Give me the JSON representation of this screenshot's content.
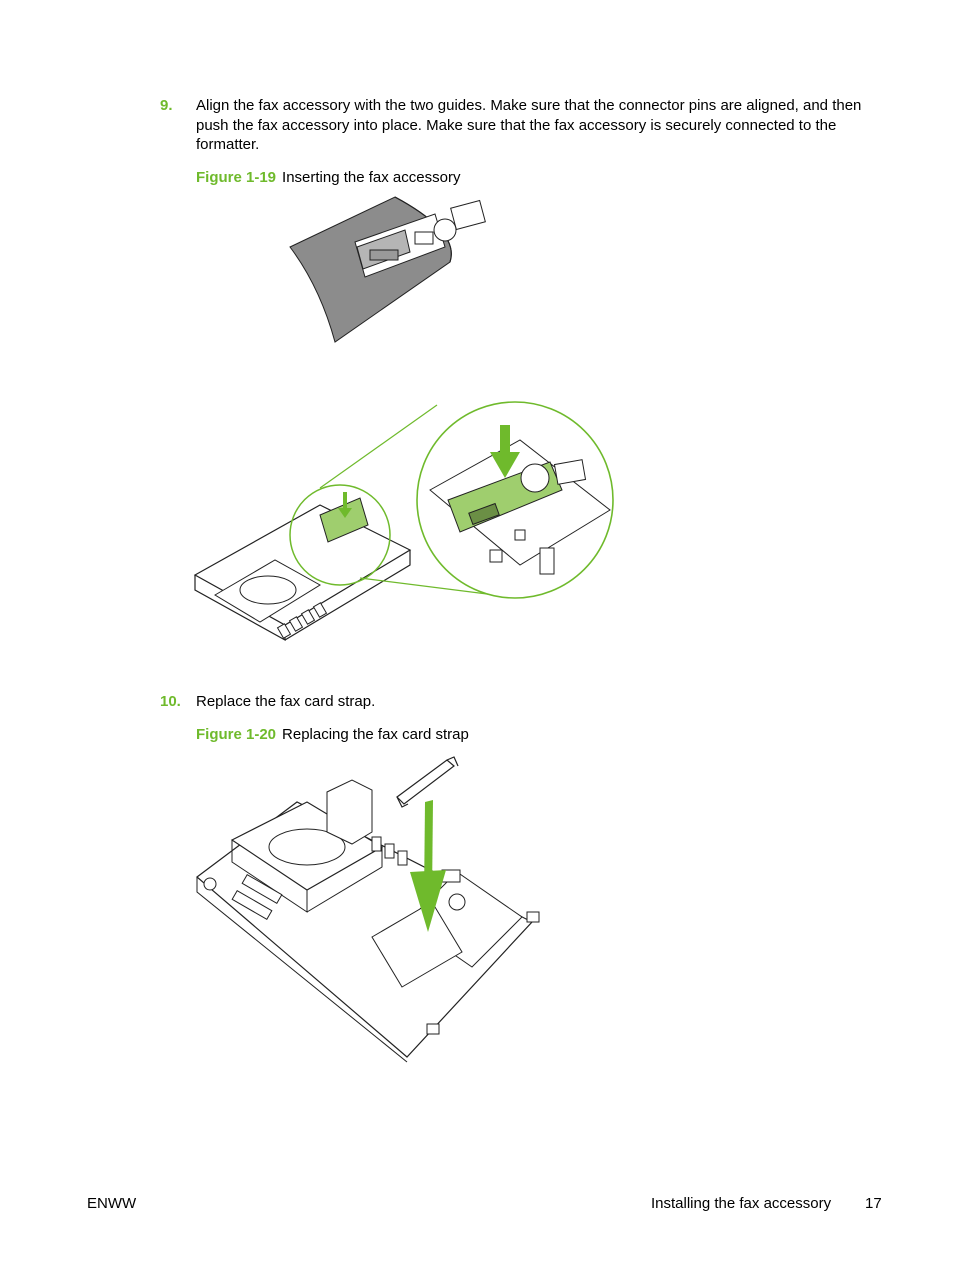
{
  "steps": [
    {
      "number": "9.",
      "text": "Align the fax accessory with the two guides. Make sure that the connector pins are aligned, and then push the fax accessory into place. Make sure that the fax accessory is securely connected to the formatter."
    },
    {
      "number": "10.",
      "text": "Replace the fax card strap."
    }
  ],
  "figures": [
    {
      "label": "Figure 1-19",
      "caption": "Inserting the fax accessory"
    },
    {
      "label": "Figure 1-20",
      "caption": "Replacing the fax card strap"
    }
  ],
  "footer": {
    "left": "ENWW",
    "section": "Installing the fax accessory",
    "page": "17"
  },
  "colors": {
    "accent": "#6fba2c",
    "board_green": "#9fce6e",
    "sheet_gray": "#8c8c8c"
  }
}
